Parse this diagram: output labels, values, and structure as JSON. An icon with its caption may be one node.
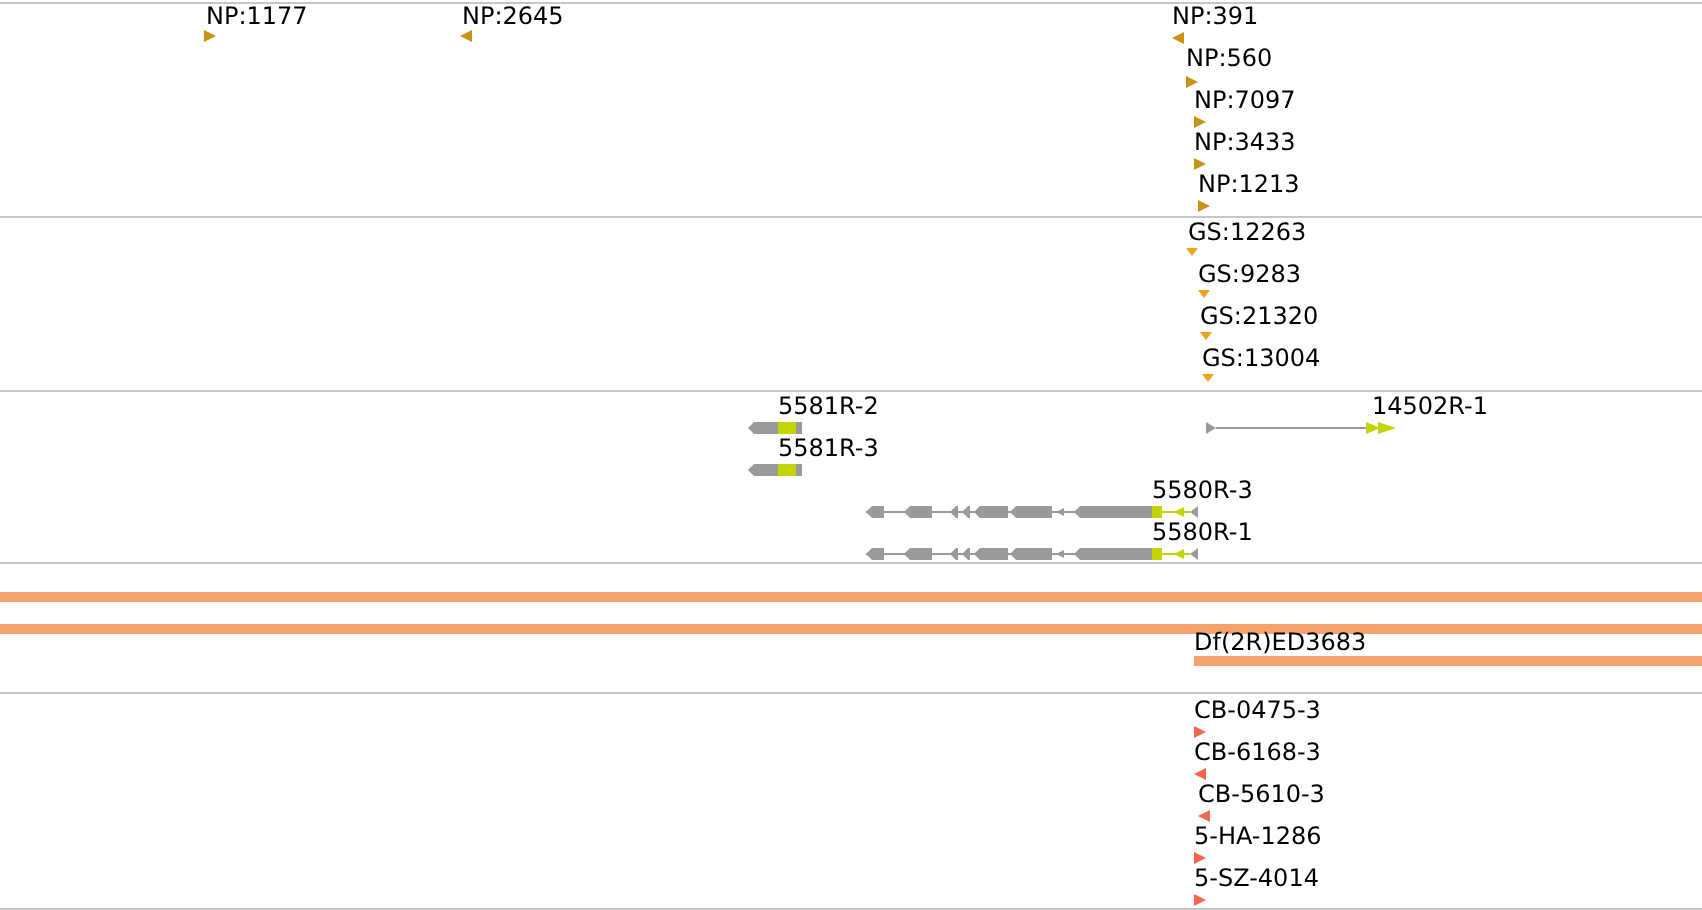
{
  "diagram": {
    "nodes": [
      {
        "text": [
          "NP:1177"
        ]
      },
      {
        "text": [
          "NP:2645"
        ]
      },
      {
        "text": [
          "NP:391"
        ]
      },
      {
        "text": [
          "NP:560"
        ]
      },
      {
        "text": [
          "NP:7097"
        ]
      },
      {
        "text": [
          "NP:3433"
        ]
      },
      {
        "text": [
          "NP:1213"
        ]
      },
      {
        "text": [
          "GS:12263"
        ]
      },
      {
        "text": [
          "GS:9283"
        ]
      },
      {
        "text": [
          "GS:21320"
        ]
      },
      {
        "text": [
          "GS:13004"
        ]
      },
      {
        "text": [
          "5581R-2"
        ]
      },
      {
        "text": [
          "14502R-1"
        ]
      },
      {
        "text": [
          "5581R-3"
        ]
      },
      {
        "text": [
          "5580R-3"
        ]
      },
      {
        "text": [
          "5580R-1"
        ]
      },
      {
        "text": [],
        "shape": "bar"
      },
      {
        "text": [],
        "shape": "bar"
      },
      {
        "text": [
          "Df(2R)ED3683"
        ]
      },
      {
        "text": [
          "CB-0475-3"
        ]
      },
      {
        "text": [
          "CB-6168-3"
        ]
      },
      {
        "text": [
          "CB-5610-3"
        ]
      },
      {
        "text": [
          "5-HA-1286"
        ]
      },
      {
        "text": [
          "5-SZ-4014"
        ]
      }
    ]
  }
}
